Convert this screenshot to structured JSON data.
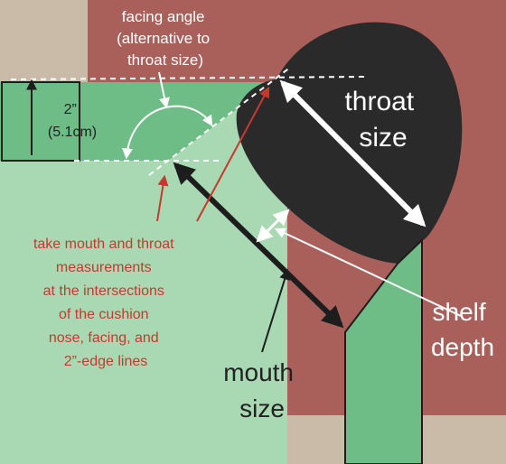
{
  "labels": {
    "facing_angle": [
      "facing angle",
      "(alternative to",
      "throat size)"
    ],
    "edge_height": [
      "2”",
      "(5.1cm)"
    ],
    "throat_size": [
      "throat",
      "size"
    ],
    "shelf_depth": [
      "shelf",
      "depth"
    ],
    "mouth_size": [
      "mouth",
      "size"
    ],
    "instruction": [
      "take mouth and throat",
      "measurements",
      "at the intersections",
      "of the cushion",
      "nose, facing, and",
      "2”-edge lines"
    ]
  },
  "colors": {
    "background_tan": "#c9bba7",
    "wall_brown": "#a9605b",
    "cushion_light_green": "#a8d9b3",
    "cushion_dark_green": "#6fbd86",
    "throat_black": "#2b2a2a",
    "annotation_red": "#c8382e",
    "arrow_white": "#ffffff",
    "arrow_dark": "#1d1d1d"
  }
}
